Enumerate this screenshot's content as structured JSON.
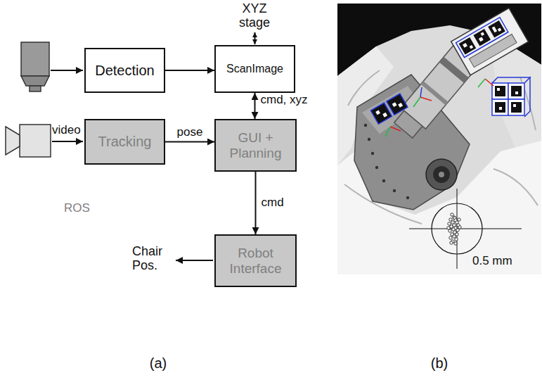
{
  "diagram": {
    "nodes": [
      {
        "text": [
          "Detection"
        ]
      },
      {
        "text": [
          "ScanImage"
        ]
      },
      {
        "text": [
          "ROS"
        ]
      },
      {
        "text": [
          "Tracking"
        ],
        "in": 2
      },
      {
        "text": [
          "GUI + Planning"
        ],
        "in": 2
      },
      {
        "text": [
          "Robot Interface"
        ],
        "in": 2
      }
    ],
    "edges": [
      {
        "from": 0,
        "to": 1,
        "arrow": "to"
      },
      {
        "from": 1,
        "to": 4,
        "arrow": "both",
        "label": "cmd, xyz"
      },
      {
        "from": 3,
        "to": 4,
        "arrow": "to",
        "label": "pose"
      },
      {
        "from": 4,
        "to": 5,
        "arrow": "to",
        "label": "cmd"
      }
    ],
    "labels": [
      "XYZ stage",
      "video",
      "Chair Pos.",
      "(a)",
      "0.5 mm",
      "(b)"
    ]
  }
}
